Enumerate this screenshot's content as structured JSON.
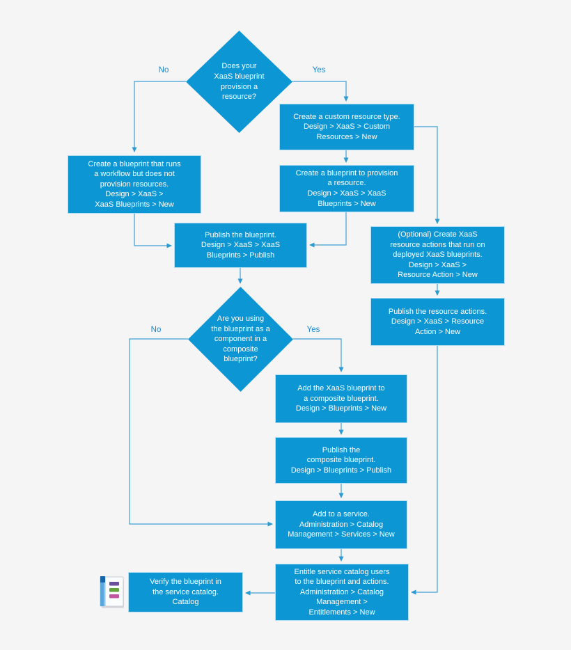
{
  "diagram": {
    "nodes": {
      "decision_provision": {
        "text": "Does your\nXaaS blueprint\nprovision a\nresource?"
      },
      "custom_resource_type": {
        "text": "Create a custom resource type.\nDesign > XaaS > Custom\nResources > New"
      },
      "workflow_blueprint": {
        "text": "Create a blueprint that runs\na workflow but does not\nprovision resources.\nDesign > XaaS >\nXaaS Blueprints > New"
      },
      "provision_blueprint": {
        "text": "Create a blueprint to provision\na resource.\nDesign > XaaS > XaaS\nBlueprints > New"
      },
      "publish_blueprint": {
        "text": "Publish the blueprint.\nDesign > XaaS > XaaS\nBlueprints > Publish"
      },
      "resource_actions": {
        "text": "(Optional) Create XaaS\nresource actions that run on\ndeployed XaaS blueprints.\nDesign > XaaS >\nResource Action > New"
      },
      "publish_resource_actions": {
        "text": "Publish the resource actions.\nDesign > XaaS > Resource\nAction > New"
      },
      "decision_composite": {
        "text": "Are you using\nthe blueprint as a\ncomponent in a\ncomposite\nblueprint?"
      },
      "add_to_composite": {
        "text": "Add the XaaS blueprint to\na composite blueprint.\nDesign > Blueprints > New"
      },
      "publish_composite": {
        "text": "Publish the\ncomposite blueprint.\nDesign > Blueprints > Publish"
      },
      "add_to_service": {
        "text": "Add to a service.\nAdministration > Catalog\nManagement > Services > New"
      },
      "entitle_users": {
        "text": "Entitle service catalog users\nto the blueprint and actions.\nAdministration > Catalog\nManagement >\nEntitlements > New"
      },
      "verify_blueprint": {
        "text": "Verify the blueprint in\nthe service catalog.\nCatalog"
      }
    },
    "branch_labels": {
      "provision_no": "No",
      "provision_yes": "Yes",
      "composite_no": "No",
      "composite_yes": "Yes"
    },
    "icons": {
      "book": "catalog-book-icon"
    },
    "colors": {
      "background": "#f5f5f6",
      "node_fill": "#0d96d4",
      "node_text": "#ffffff",
      "connector": "#3f9fd4",
      "branch_label": "#1a87c9",
      "book_spine": "#5aa7dc",
      "book_spine_top": "#1565a8",
      "book_bar_purple": "#6b4e9e",
      "book_bar_green": "#62a33c",
      "book_bar_magenta": "#bf569f"
    }
  }
}
